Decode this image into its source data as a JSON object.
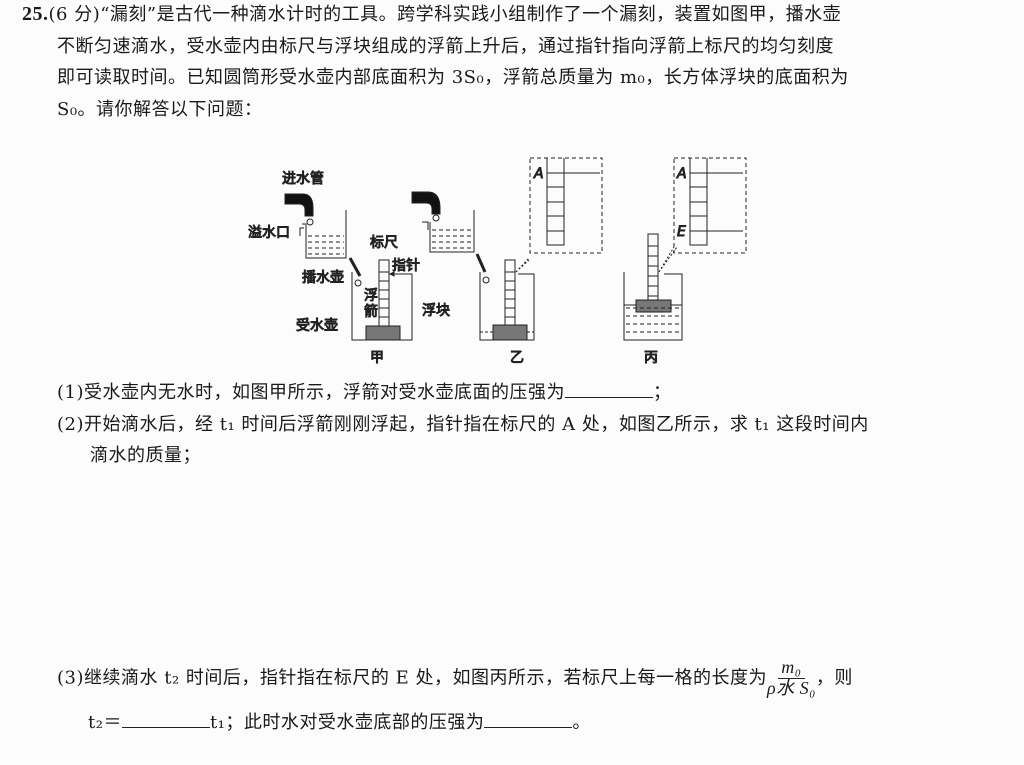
{
  "question": {
    "number": "25.",
    "intro_lines": [
      "(6 分)“漏刻”是古代一种滴水计时的工具。跨学科实践小组制作了一个漏刻，装置如图甲，播水壶",
      "不断匀速滴水，受水壶内由标尺与浮块组成的浮箭上升后，通过指针指向浮箭上标尺的均匀刻度",
      "即可读取时间。已知圆筒形受水壶内部底面积为 3S₀，浮箭总质量为 m₀，长方体浮块的底面积为",
      "S₀。请你解答以下问题："
    ],
    "q1": "(1)受水壶内无水时，如图甲所示，浮箭对受水壶底面的压强为",
    "q1_end": "；",
    "q2_lines": [
      "(2)开始滴水后，经 t₁ 时间后浮箭刚刚浮起，指针指在标尺的 A 处，如图乙所示，求 t₁ 这段时间内",
      "滴水的质量；"
    ],
    "q3_a": "(3)继续滴水 t₂ 时间后，指针指在标尺的 E 处，如图丙所示，若标尺上每一格的长度为",
    "q3_frac_num": "m₀",
    "q3_frac_den": "ρ水 S₀",
    "q3_b": "，则",
    "q3_c1": "t₂＝",
    "q3_c2": "t₁；此时水对受水壶底部的压强为",
    "q3_c3": "。"
  },
  "diagram": {
    "labels": {
      "inlet": "进水管",
      "overflow": "溢水口",
      "ruler": "标尺",
      "pointer": "指针",
      "supply": "播水壶",
      "arrow1": "浮",
      "arrow2": "箭",
      "receiver": "受水壶",
      "float": "浮块",
      "jia": "甲",
      "yi": "乙",
      "bing": "丙",
      "A": "A",
      "A2": "A",
      "E": "E"
    }
  }
}
